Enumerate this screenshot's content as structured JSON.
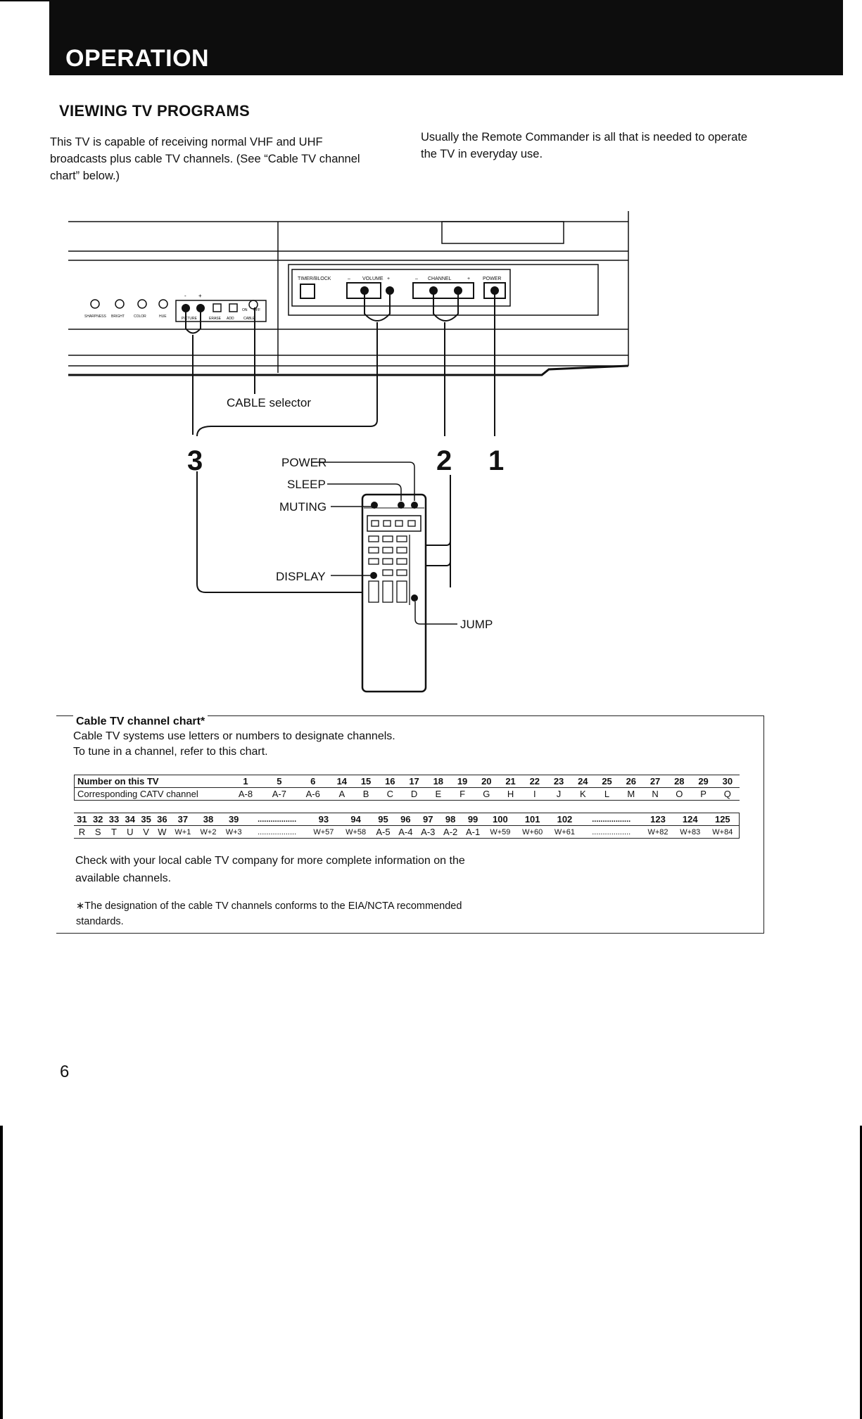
{
  "header": {
    "title": "OPERATION"
  },
  "section": {
    "title": "VIEWING TV PROGRAMS"
  },
  "intro": {
    "left": "This TV is capable of receiving normal VHF and UHF broadcasts plus cable TV channels. (See “Cable TV channel chart” below.)",
    "right": "Usually the Remote Commander is all that is needed to operate the TV in everyday use."
  },
  "diagram": {
    "panel_knobs": [
      "SHARPNESS",
      "BRIGHT",
      "COLOR",
      "HUE"
    ],
    "panel_labels": {
      "minus": "-",
      "plus": "+",
      "picture": "PICTURE",
      "erase": "ERASE",
      "add": "ADD",
      "on": "ON",
      "off": "OFF",
      "cable": "CABLE"
    },
    "front_labels": {
      "timer": "TIMER/BLOCK",
      "minus1": "–",
      "volume": "VOLUME",
      "plus1": "+",
      "minus2": "–",
      "channel": "CHANNEL",
      "plus2": "+",
      "power": "POWER"
    },
    "cable_selector": "CABLE selector",
    "step_numbers": [
      "3",
      "2",
      "1"
    ],
    "remote_labels": {
      "power": "POWER",
      "sleep": "SLEEP",
      "muting": "MUTING",
      "display": "DISPLAY",
      "jump": "JUMP"
    }
  },
  "chart": {
    "title": "Cable TV channel chart*",
    "intro1": "Cable TV systems use letters or numbers to designate channels.",
    "intro2": "To tune in a channel, refer to this chart.",
    "row1_label": "Number on this TV",
    "row2_label": "Corresponding CATV channel",
    "table1_numbers": [
      "1",
      "5",
      "6",
      "14",
      "15",
      "16",
      "17",
      "18",
      "19",
      "20",
      "21",
      "22",
      "23",
      "24",
      "25",
      "26",
      "27",
      "28",
      "29",
      "30"
    ],
    "table1_catv": [
      "A-8",
      "A-7",
      "A-6",
      "A",
      "B",
      "C",
      "D",
      "E",
      "F",
      "G",
      "H",
      "I",
      "J",
      "K",
      "L",
      "M",
      "N",
      "O",
      "P",
      "Q"
    ],
    "table2_numbers": [
      "31",
      "32",
      "33",
      "34",
      "35",
      "36",
      "37",
      "38",
      "39",
      "..................",
      "93",
      "94",
      "95",
      "96",
      "97",
      "98",
      "99",
      "100",
      "101",
      "102",
      "..................",
      "123",
      "124",
      "125"
    ],
    "table2_catv": [
      "R",
      "S",
      "T",
      "U",
      "V",
      "W",
      "W+1",
      "W+2",
      "W+3",
      "..................",
      "W+57",
      "W+58",
      "A-5",
      "A-4",
      "A-3",
      "A-2",
      "A-1",
      "W+59",
      "W+60",
      "W+61",
      "..................",
      "W+82",
      "W+83",
      "W+84"
    ],
    "check_note": "Check with your local cable TV company for more complete information on the available channels.",
    "footnote": "∗The designation of the cable TV channels conforms to the EIA/NCTA recommended standards."
  },
  "page_number": "6"
}
